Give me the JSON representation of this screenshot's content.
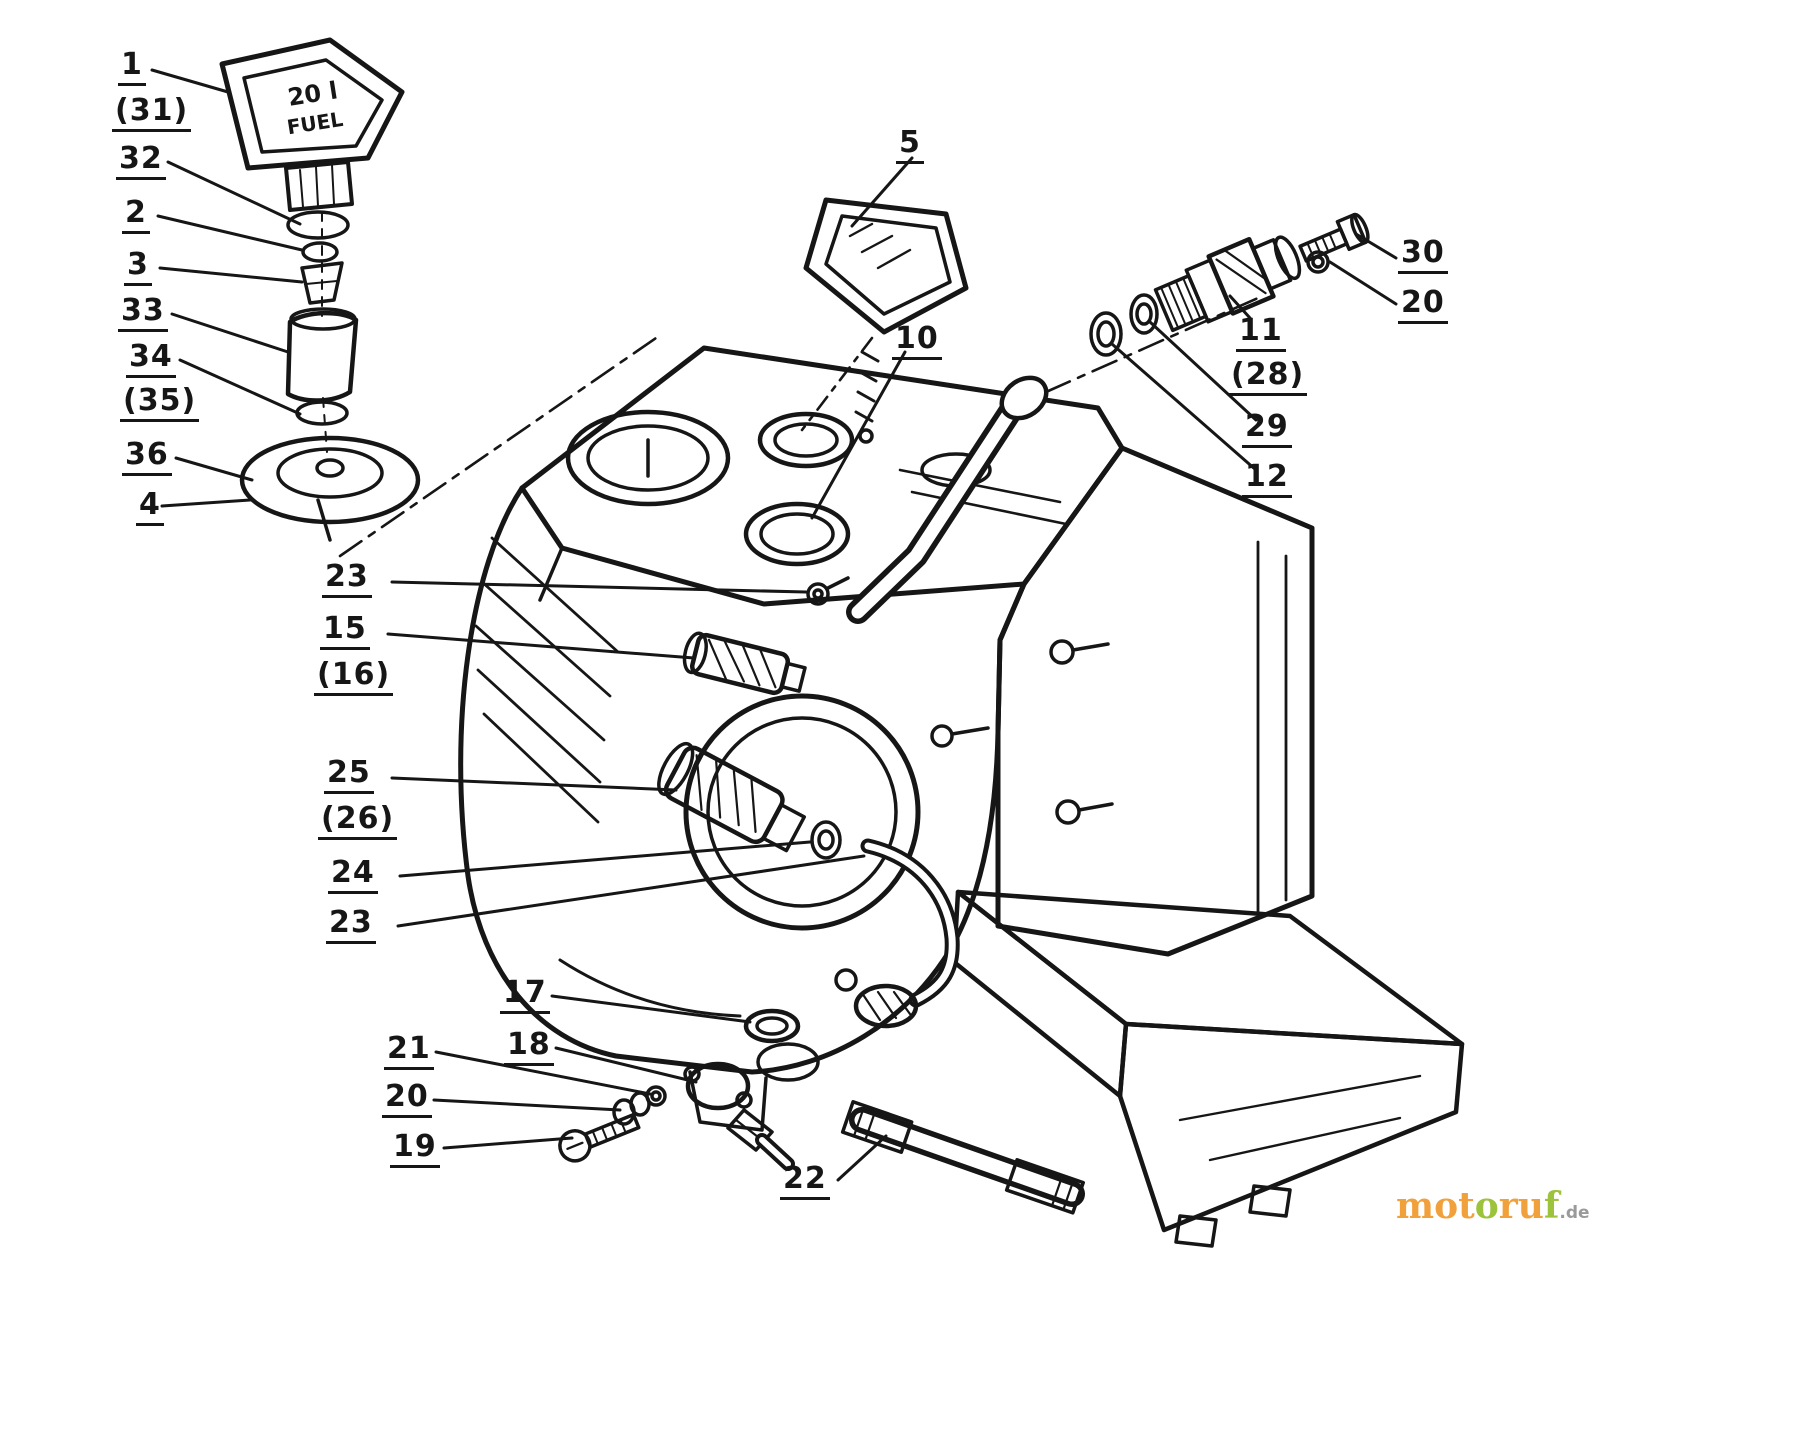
{
  "cap": {
    "line1": "20 l",
    "line2": "FUEL"
  },
  "labels": [
    {
      "text": "1"
    },
    {
      "text": "(31)"
    },
    {
      "text": "32"
    },
    {
      "text": "2"
    },
    {
      "text": "3"
    },
    {
      "text": "33"
    },
    {
      "text": "34"
    },
    {
      "text": "(35)"
    },
    {
      "text": "36"
    },
    {
      "text": "4"
    },
    {
      "text": "5"
    },
    {
      "text": "10"
    },
    {
      "text": "30"
    },
    {
      "text": "20"
    },
    {
      "text": "11"
    },
    {
      "text": "(28)"
    },
    {
      "text": "29"
    },
    {
      "text": "12"
    },
    {
      "text": "23"
    },
    {
      "text": "15"
    },
    {
      "text": "(16)"
    },
    {
      "text": "25"
    },
    {
      "text": "(26)"
    },
    {
      "text": "24"
    },
    {
      "text": "23"
    },
    {
      "text": "17"
    },
    {
      "text": "18"
    },
    {
      "text": "21"
    },
    {
      "text": "20"
    },
    {
      "text": "19"
    },
    {
      "text": "22"
    }
  ],
  "logo": {
    "word": "motoruf",
    "suffix": ".de",
    "letters": [
      {
        "ch": "m",
        "color": "#f0a13c"
      },
      {
        "ch": "o",
        "color": "#f0a13c"
      },
      {
        "ch": "t",
        "color": "#f0a13c"
      },
      {
        "ch": "o",
        "color": "#9dc23c"
      },
      {
        "ch": "r",
        "color": "#f0a13c"
      },
      {
        "ch": "u",
        "color": "#f0a13c"
      },
      {
        "ch": "f",
        "color": "#9dc23c"
      }
    ]
  },
  "colors": {
    "line": "#161616",
    "background": "#ffffff",
    "logo_suffix": "#9a9a9a"
  }
}
